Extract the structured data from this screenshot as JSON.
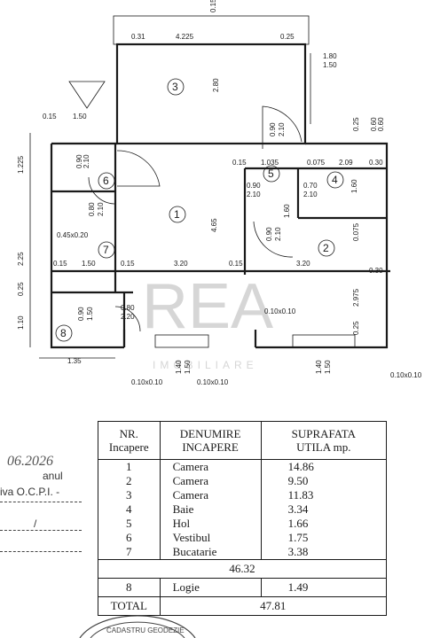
{
  "plan": {
    "dims": [
      "0.15",
      "0.31",
      "4.225",
      "0.25",
      "1.80",
      "1.50",
      "2.80",
      "0.15",
      "1.50",
      "0.90",
      "2.10",
      "0.25",
      "0.60",
      "0.60",
      "1.225",
      "0.90",
      "2.10",
      "0.15",
      "1.035",
      "0.075",
      "2.09",
      "0.30",
      "0.90",
      "2.10",
      "0.70",
      "2.10",
      "1.60",
      "0.075",
      "0.80",
      "2.10",
      "4.65",
      "0.90",
      "2.10",
      "1.60",
      "0.45x0.20",
      "2.25",
      "0.15",
      "1.50",
      "0.15",
      "3.20",
      "0.15",
      "3.20",
      "0.30",
      "0.25",
      "2.975",
      "1.10",
      "0.90",
      "1.50",
      "0.80",
      "2.20",
      "0.10x0.10",
      "0.25",
      "1.35",
      "1.40",
      "1.50",
      "1.40",
      "1.50",
      "0.10x0.10",
      "0.10x0.10",
      "0.10x0.10"
    ],
    "rooms": [
      "1",
      "2",
      "3",
      "4",
      "5",
      "6",
      "7",
      "8"
    ],
    "watermark": "REA",
    "watermark_sub": "IMOBILIARE"
  },
  "table": {
    "headers": [
      "NR.\nIncapere",
      "DENUMIRE\nINCAPERE",
      "SUPRAFATA\nUTILA mp."
    ],
    "rows": [
      {
        "nr": "1",
        "name": "Camera",
        "area": "14.86"
      },
      {
        "nr": "2",
        "name": "Camera",
        "area": "9.50"
      },
      {
        "nr": "3",
        "name": "Camera",
        "area": "11.83"
      },
      {
        "nr": "4",
        "name": "Baie",
        "area": "3.34"
      },
      {
        "nr": "5",
        "name": "Hol",
        "area": "1.66"
      },
      {
        "nr": "6",
        "name": "Vestibul",
        "area": "1.75"
      },
      {
        "nr": "7",
        "name": "Bucatarie",
        "area": "3.38"
      }
    ],
    "subtotal": "46.32",
    "logie": {
      "nr": "8",
      "name": "Logie",
      "area": "1.49"
    },
    "total_label": "TOTAL",
    "total": "47.81"
  },
  "stamp": {
    "signature": "06.2026",
    "line1": "anul",
    "line2": "iva O.C.P.I. -",
    "line3": "/",
    "seal_text": "CADASTRU GEODEZIE"
  }
}
